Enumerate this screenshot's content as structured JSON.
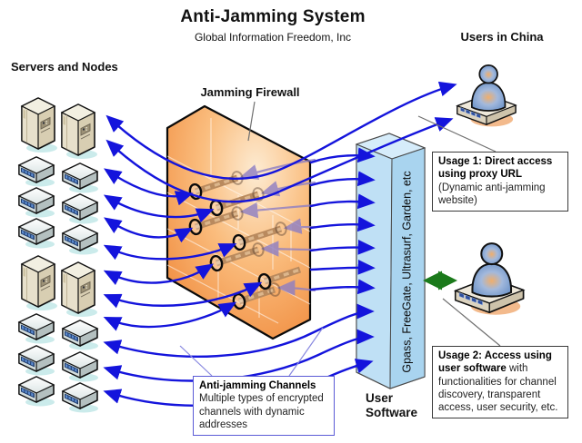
{
  "title": {
    "main": "Anti-Jamming System",
    "subtitle": "Global Information Freedom, Inc"
  },
  "labels": {
    "servers_nodes": "Servers and Nodes",
    "users_china": "Users in China",
    "jamming_firewall": "Jamming Firewall",
    "user_software": "User Software",
    "software_products": "Gpass, FreeGate, Ultrasurf, Garden, etc"
  },
  "callout_boxes": {
    "usage1": {
      "heading": "Usage 1: Direct access using proxy URL",
      "body": "(Dynamic anti-jamming website)"
    },
    "usage2": {
      "heading": "Usage 2: Access using user software",
      "body": "with functionalities for channel discovery, transparent access, user security, etc."
    },
    "channels": {
      "heading": "Anti-jamming Channels",
      "body": "Multiple types of encrypted channels with dynamic addresses"
    }
  },
  "colors": {
    "arrow_blue": "#1414dc",
    "arrow_faded_purple": "#8d7ec4",
    "green_link": "#1b7a1b",
    "firewall_orange_dark": "#f08a3c",
    "firewall_orange_light": "#fdebd2",
    "panel_blue": "#a9d4ef",
    "channel_tan": "#b98a5e",
    "box_border_blue": "#5b5bd6",
    "callout_line_gray": "#707070"
  }
}
